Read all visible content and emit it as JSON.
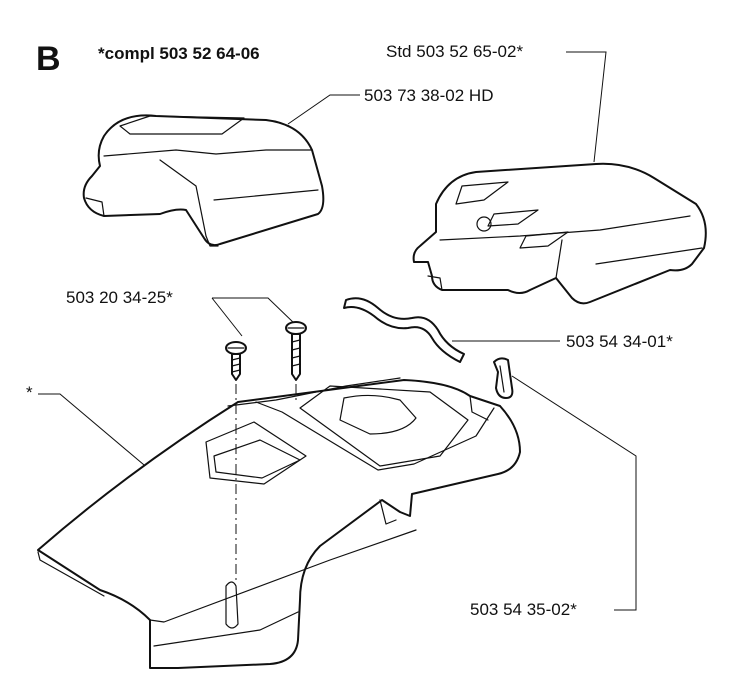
{
  "section_letter": "B",
  "complete_assembly": "*compl 503 52 64-06",
  "callouts": {
    "std_cover": "Std 503 52 65-02*",
    "hd_cover": "503 73 38-02 HD",
    "screws": "503 20 34-25*",
    "seal": "503 54 34-01*",
    "clip": "503 54 35-02*",
    "base": "*"
  }
}
